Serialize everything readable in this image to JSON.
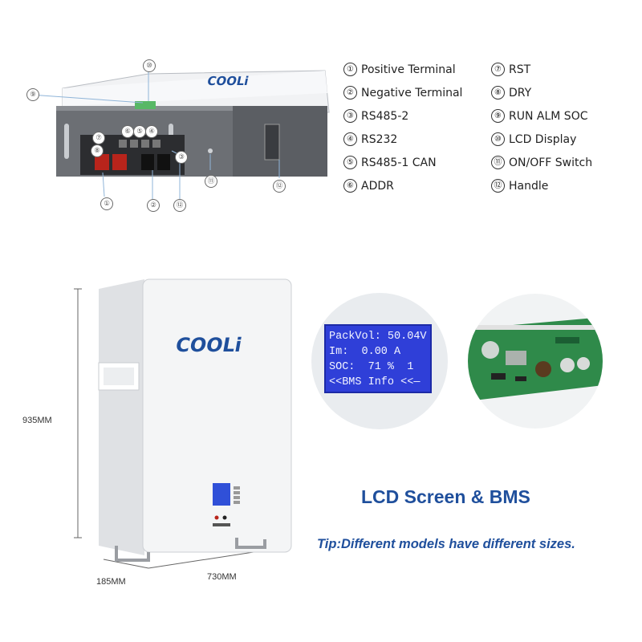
{
  "legend": [
    {
      "num": "①",
      "label": "Positive  Terminal"
    },
    {
      "num": "②",
      "label": "Negative Terminal"
    },
    {
      "num": "③",
      "label": "RS485-2"
    },
    {
      "num": "④",
      "label": "RS232"
    },
    {
      "num": "⑤",
      "label": "RS485-1 CAN"
    },
    {
      "num": "⑥",
      "label": "ADDR"
    },
    {
      "num": "⑦",
      "label": "RST"
    },
    {
      "num": "⑧",
      "label": "DRY"
    },
    {
      "num": "⑨",
      "label": "RUN  ALM  SOC"
    },
    {
      "num": "⑩",
      "label": "LCD Display"
    },
    {
      "num": "⑪",
      "label": "ON/OFF Switch"
    },
    {
      "num": "⑫",
      "label": "Handle"
    }
  ],
  "brand": "COOLi",
  "dimensions": {
    "height": "935MM",
    "width": "730MM",
    "depth": "185MM"
  },
  "lcd": {
    "line1": "PackVol: 50.04V",
    "line2": "Im:  0.00 A",
    "line3": "SOC:  71 %  1",
    "line4": "<<BMS Info <<—"
  },
  "caption": "LCD Screen & BMS",
  "tip": "Tip:Different models have different sizes.",
  "colors": {
    "brand_blue": "#1f4f9c",
    "lcd_blue": "#2f3fd8",
    "pcb_green": "#2f8a4a"
  }
}
